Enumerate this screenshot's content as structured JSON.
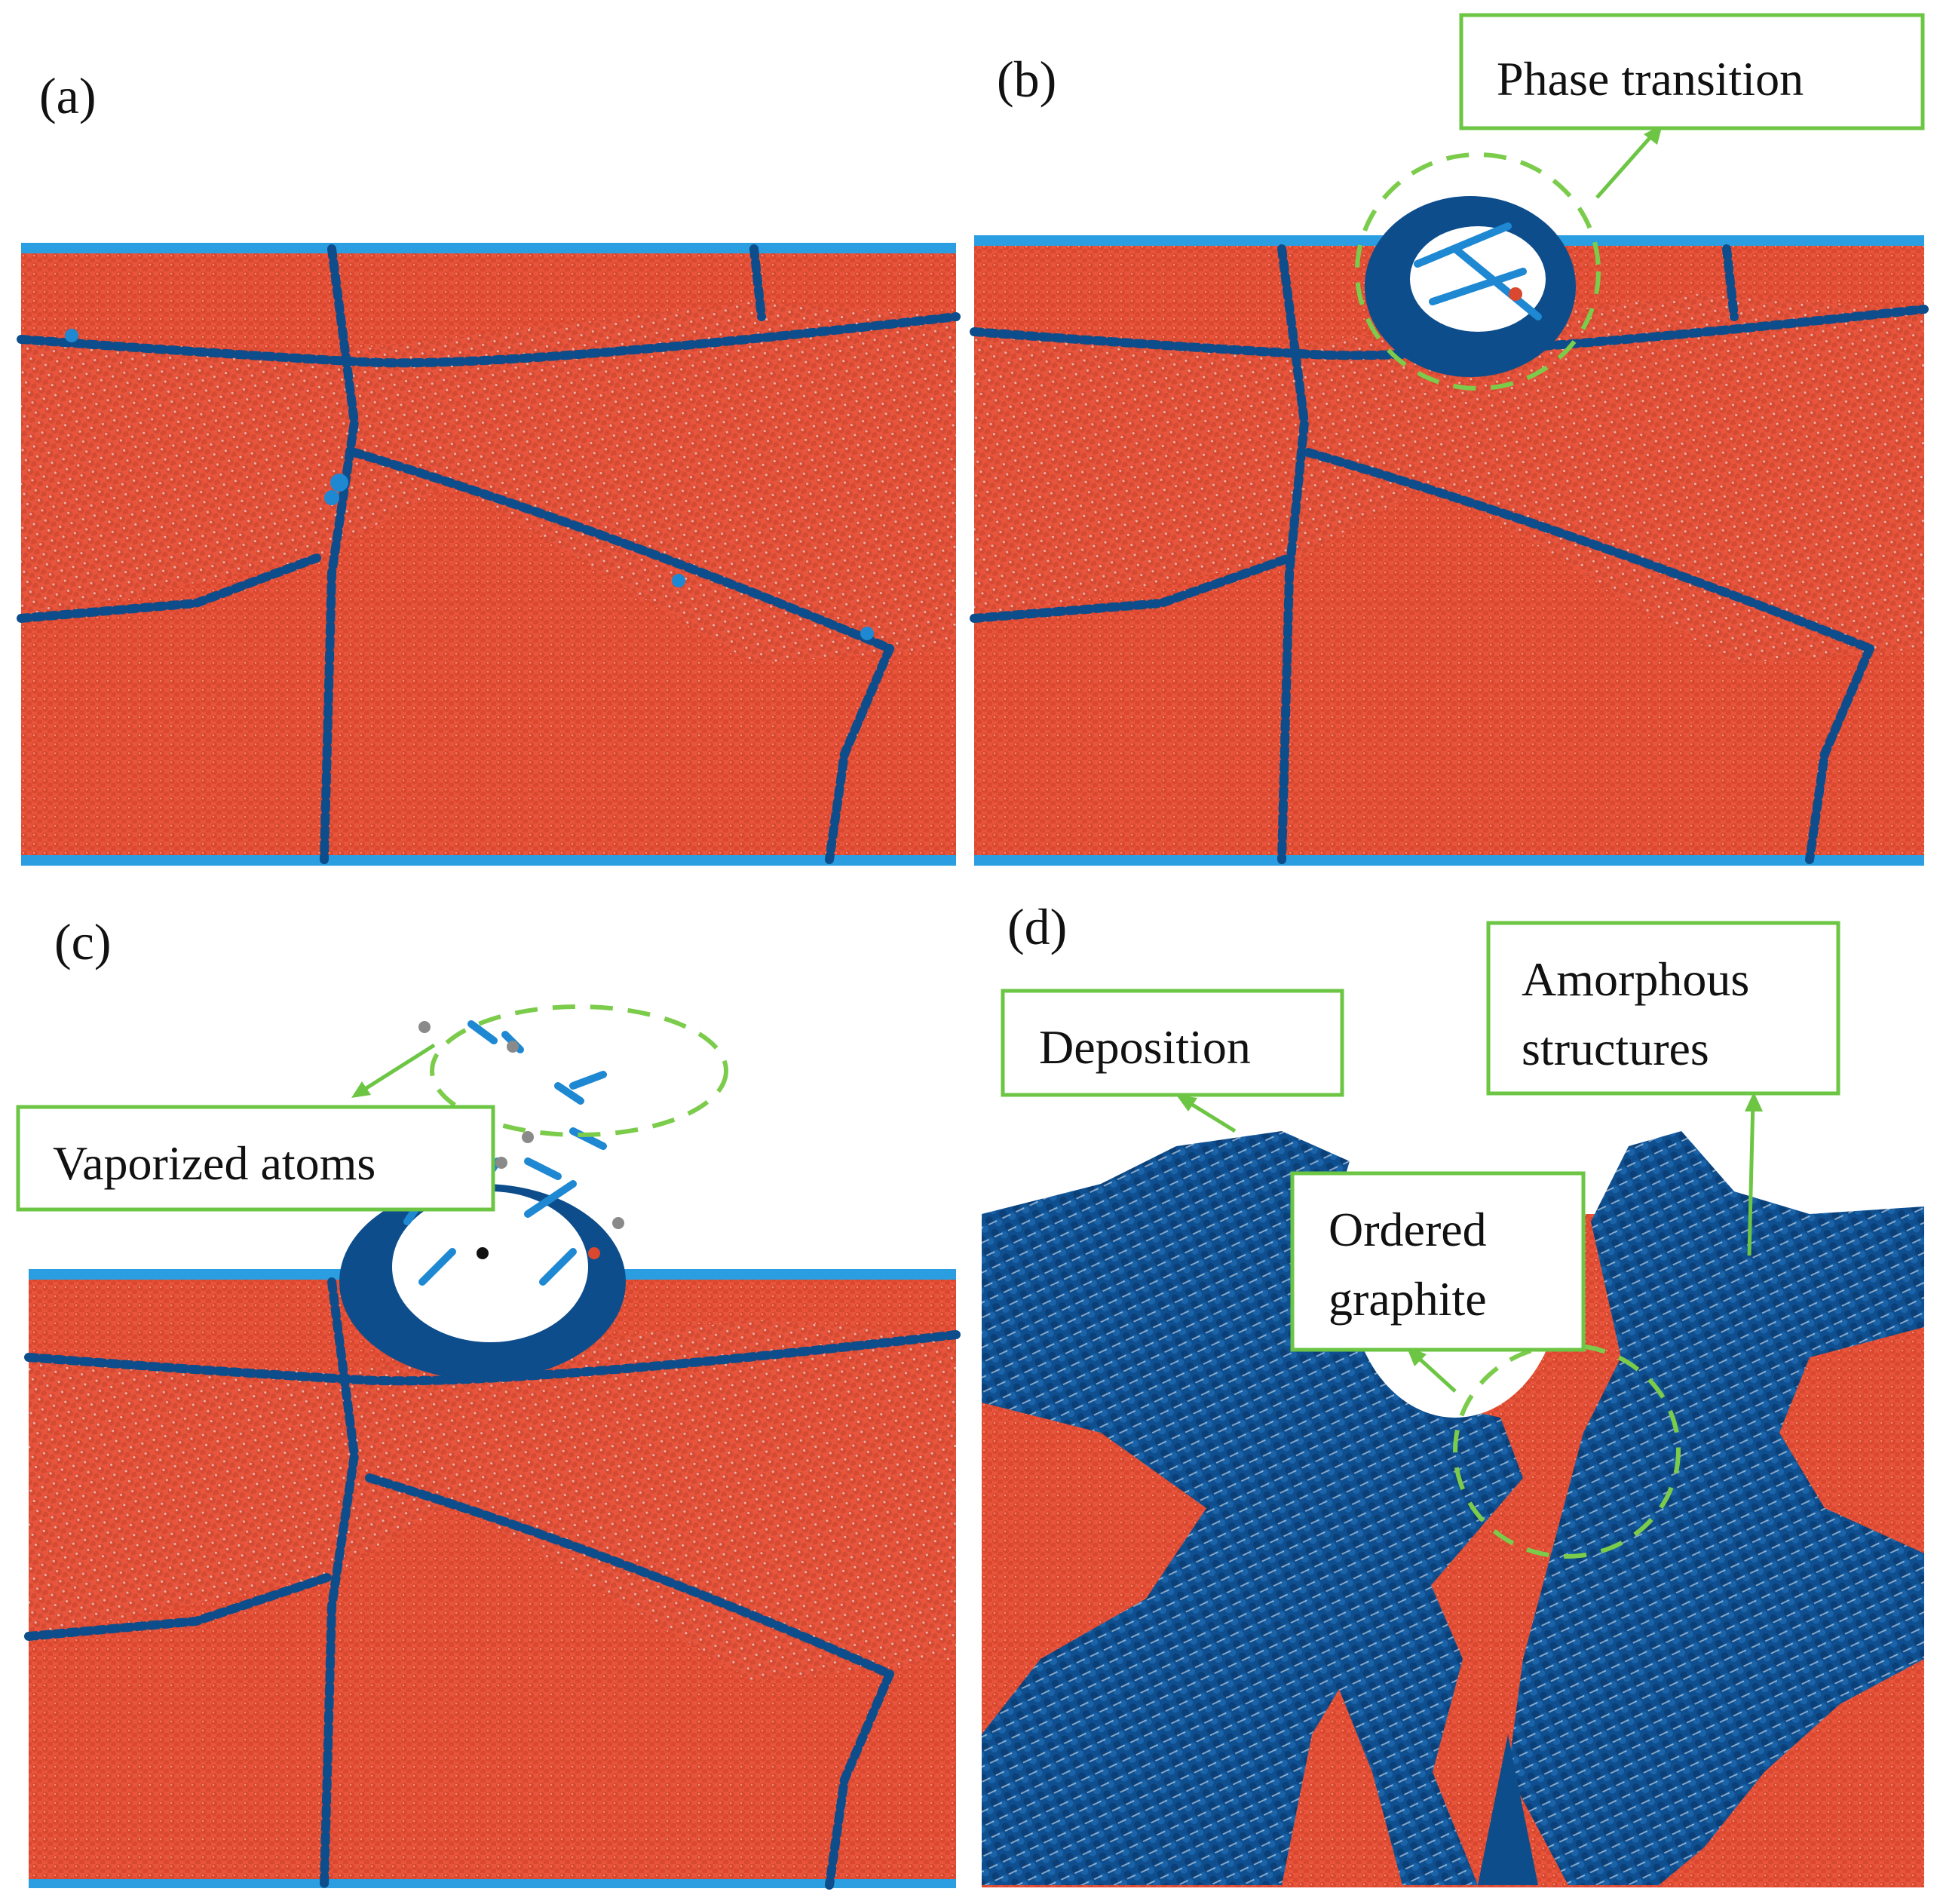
{
  "panels": [
    {
      "label": "(a)"
    },
    {
      "label": "(b)"
    },
    {
      "label": "(c)"
    },
    {
      "label": "(d)"
    }
  ],
  "annotations": {
    "phase_transition": "Phase transition",
    "vaporized_atoms": "Vaporized atoms",
    "deposition": "Deposition",
    "amorphous_line1": "Amorphous",
    "amorphous_line2": "structures",
    "ordered_line1": "Ordered",
    "ordered_line2": "graphite"
  },
  "colors": {
    "crystal": "#e8553c",
    "boundary_dark": "#0d4d8c",
    "boundary_light": "#1e88d2",
    "surface": "#2a9ee0",
    "callout": "#6cc644",
    "vapor_gray": "#8a8a8a"
  }
}
